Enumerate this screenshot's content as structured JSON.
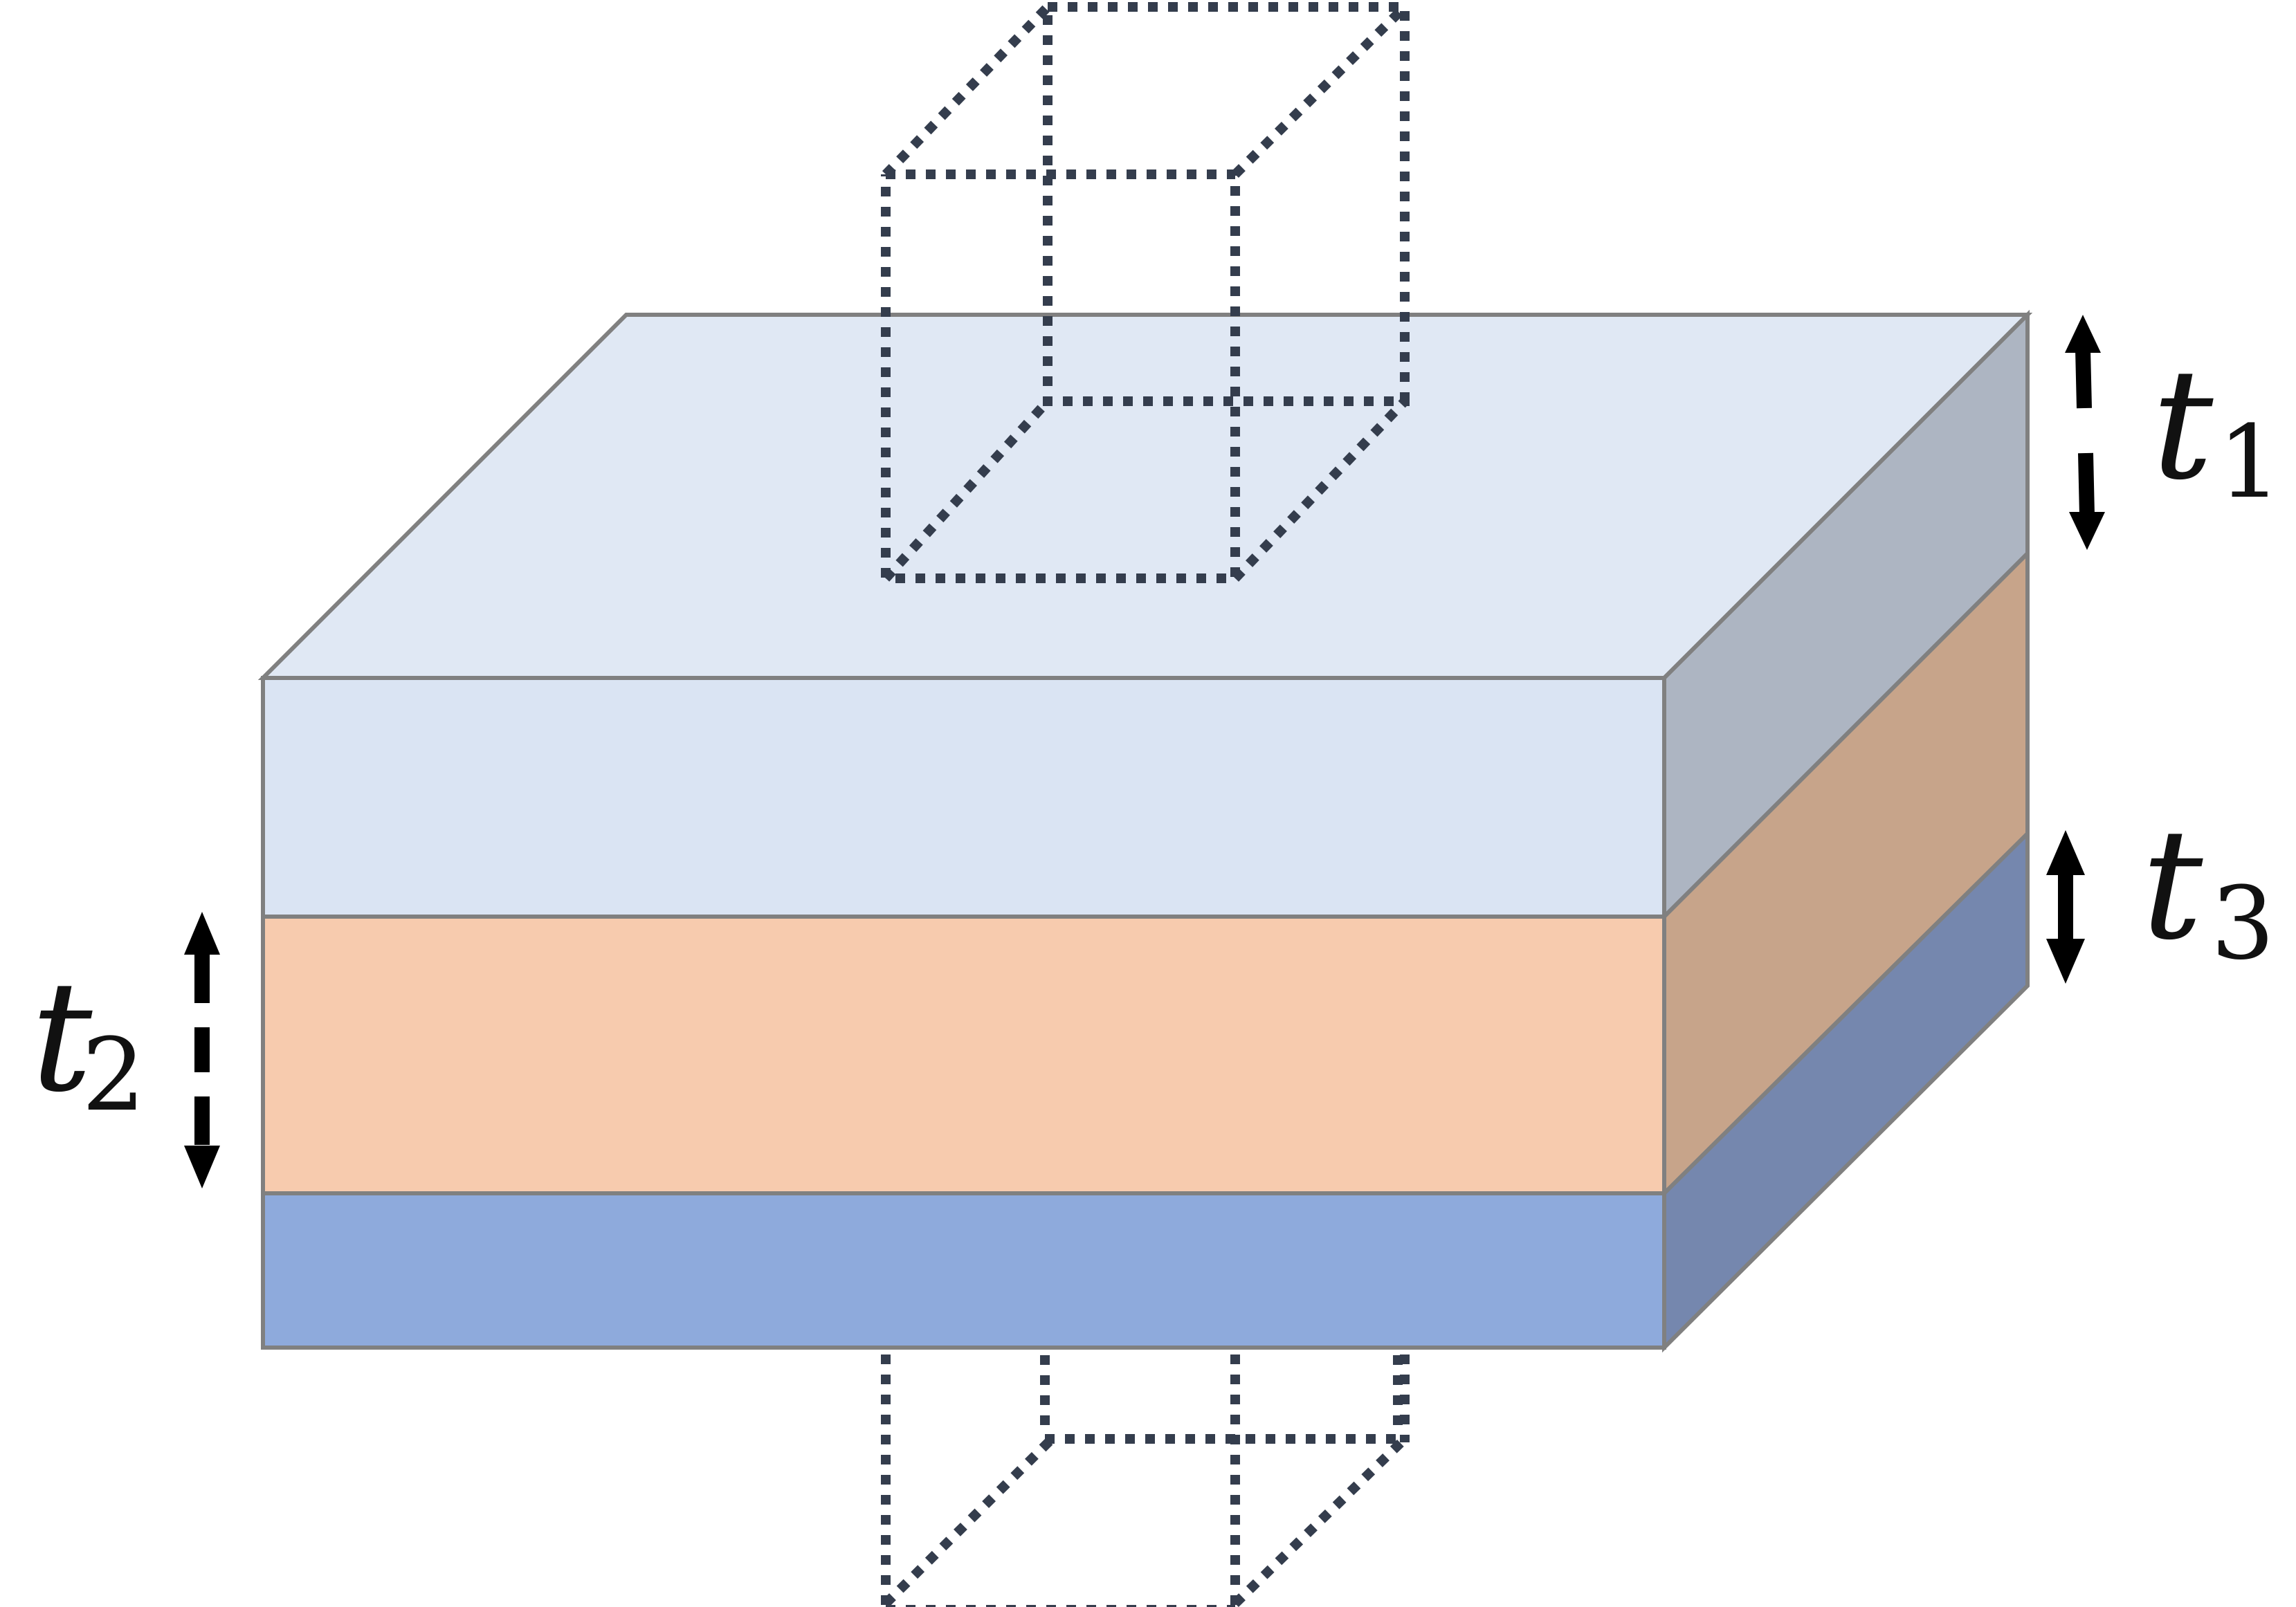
{
  "colors": {
    "top_face": "#e0e8f4",
    "layer1_front": "#dae4f3",
    "layer1_side": "#adb5c2",
    "layer2_front": "#f7cbae",
    "layer2_side": "#c7a48a",
    "layer3_front": "#8eaadc",
    "layer3_side": "#7587ae",
    "edge": "#808080",
    "dotted_cell": "#343d4d",
    "arrow": "#000000"
  },
  "labels": {
    "t1": {
      "base": "t",
      "sub": "1"
    },
    "t2": {
      "base": "t",
      "sub": "2"
    },
    "t3": {
      "base": "t",
      "sub": "3"
    }
  }
}
